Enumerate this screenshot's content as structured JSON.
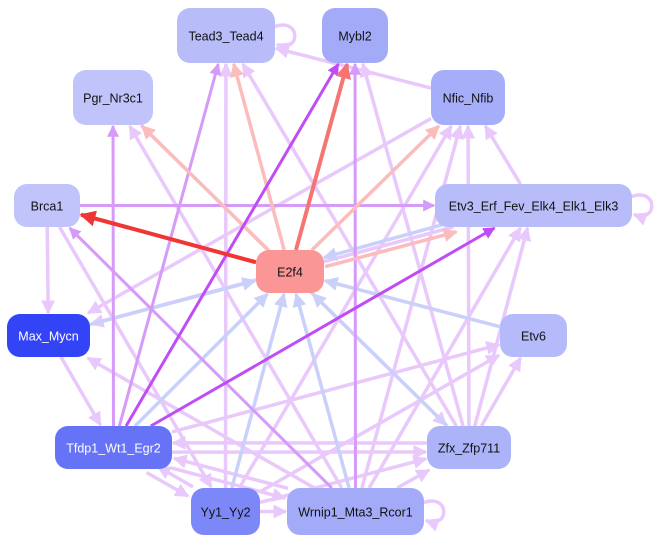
{
  "diagram": {
    "type": "directed-network",
    "nodes": [
      {
        "id": "tead",
        "label": "Tead3_Tead4",
        "fill": "#b8bdfa",
        "text": "#111111"
      },
      {
        "id": "mybl2",
        "label": "Mybl2",
        "fill": "#a3abf8",
        "text": "#111111"
      },
      {
        "id": "pgr",
        "label": "Pgr_Nr3c1",
        "fill": "#c0c4fb",
        "text": "#111111"
      },
      {
        "id": "nfic",
        "label": "Nfic_Nfib",
        "fill": "#a6adf9",
        "text": "#111111"
      },
      {
        "id": "brca1",
        "label": "Brca1",
        "fill": "#c0c4fb",
        "text": "#111111"
      },
      {
        "id": "etv3",
        "label": "Etv3_Erf_Fev_Elk4_Elk1_Elk3",
        "fill": "#b8bdfa",
        "text": "#111111"
      },
      {
        "id": "e2f4",
        "label": "E2f4",
        "fill": "#fa9696",
        "text": "#111111"
      },
      {
        "id": "max",
        "label": "Max_Mycn",
        "fill": "#3344f6",
        "text": "#ffffff"
      },
      {
        "id": "etv6",
        "label": "Etv6",
        "fill": "#b5bafa",
        "text": "#111111"
      },
      {
        "id": "tfdp1",
        "label": "Tfdp1_Wt1_Egr2",
        "fill": "#6673f7",
        "text": "#ffffff"
      },
      {
        "id": "zfx",
        "label": "Zfx_Zfp711",
        "fill": "#adb3f9",
        "text": "#111111"
      },
      {
        "id": "yy1",
        "label": "Yy1_Yy2",
        "fill": "#7d88f8",
        "text": "#111111"
      },
      {
        "id": "wrnip1",
        "label": "Wrnip1_Mta3_Rcor1",
        "fill": "#a3abf8",
        "text": "#111111"
      }
    ],
    "edge_colors": {
      "strong_red": "#f03535",
      "red": "#f57575",
      "light_red": "#fbbcbc",
      "strong_purple": "#c04cf6",
      "purple": "#d69af8",
      "light_purple": "#e9c8fb",
      "light_blue": "#c9d0fa"
    },
    "edges": [
      {
        "from": "e2f4",
        "to": "brca1",
        "color": "strong_red"
      },
      {
        "from": "e2f4",
        "to": "mybl2",
        "color": "red"
      },
      {
        "from": "e2f4",
        "to": "tead",
        "color": "light_red"
      },
      {
        "from": "e2f4",
        "to": "pgr",
        "color": "light_red"
      },
      {
        "from": "e2f4",
        "to": "nfic",
        "color": "light_red"
      },
      {
        "from": "e2f4",
        "to": "etv3",
        "color": "light_red"
      },
      {
        "from": "tfdp1",
        "to": "mybl2",
        "color": "strong_purple"
      },
      {
        "from": "tfdp1",
        "to": "etv3",
        "color": "strong_purple"
      },
      {
        "from": "max",
        "to": "e2f4",
        "color": "light_blue"
      },
      {
        "from": "tfdp1",
        "to": "e2f4",
        "color": "light_blue"
      },
      {
        "from": "yy1",
        "to": "e2f4",
        "color": "light_blue"
      },
      {
        "from": "wrnip1",
        "to": "e2f4",
        "color": "light_blue"
      },
      {
        "from": "zfx",
        "to": "e2f4",
        "color": "light_blue"
      },
      {
        "from": "etv6",
        "to": "e2f4",
        "color": "light_blue"
      },
      {
        "from": "etv3",
        "to": "e2f4",
        "color": "light_blue"
      },
      {
        "from": "tfdp1",
        "to": "tead",
        "color": "purple"
      },
      {
        "from": "tfdp1",
        "to": "pgr",
        "color": "purple"
      },
      {
        "from": "wrnip1",
        "to": "brca1",
        "color": "purple"
      },
      {
        "from": "brca1",
        "to": "etv3",
        "color": "purple"
      },
      {
        "from": "wrnip1",
        "to": "mybl2",
        "color": "purple"
      },
      {
        "from": "yy1",
        "to": "tead",
        "color": "light_purple"
      },
      {
        "from": "wrnip1",
        "to": "pgr",
        "color": "light_purple"
      },
      {
        "from": "zfx",
        "to": "mybl2",
        "color": "light_purple"
      },
      {
        "from": "zfx",
        "to": "nfic",
        "color": "light_purple"
      },
      {
        "from": "wrnip1",
        "to": "nfic",
        "color": "light_purple"
      },
      {
        "from": "yy1",
        "to": "nfic",
        "color": "light_purple"
      },
      {
        "from": "nfic",
        "to": "tead",
        "color": "light_purple"
      },
      {
        "from": "etv3",
        "to": "nfic",
        "color": "light_purple"
      },
      {
        "from": "nfic",
        "to": "max",
        "color": "light_purple"
      },
      {
        "from": "etv3",
        "to": "max",
        "color": "light_purple"
      },
      {
        "from": "brca1",
        "to": "max",
        "color": "light_purple"
      },
      {
        "from": "max",
        "to": "tfdp1",
        "color": "light_purple"
      },
      {
        "from": "brca1",
        "to": "yy1",
        "color": "light_purple"
      },
      {
        "from": "zfx",
        "to": "etv3",
        "color": "light_purple"
      },
      {
        "from": "wrnip1",
        "to": "etv3",
        "color": "light_purple"
      },
      {
        "from": "zfx",
        "to": "etv6",
        "color": "light_purple"
      },
      {
        "from": "tfdp1",
        "to": "etv6",
        "color": "light_purple"
      },
      {
        "from": "yy1",
        "to": "etv6",
        "color": "light_purple"
      },
      {
        "from": "tfdp1",
        "to": "zfx",
        "color": "light_purple"
      },
      {
        "from": "zfx",
        "to": "tfdp1",
        "color": "light_purple"
      },
      {
        "from": "wrnip1",
        "to": "tfdp1",
        "color": "light_purple"
      },
      {
        "from": "yy1",
        "to": "tfdp1",
        "color": "light_purple"
      },
      {
        "from": "tfdp1",
        "to": "yy1",
        "color": "light_purple"
      },
      {
        "from": "wrnip1",
        "to": "max",
        "color": "light_purple"
      },
      {
        "from": "yy1",
        "to": "zfx",
        "color": "light_purple"
      },
      {
        "from": "wrnip1",
        "to": "zfx",
        "color": "light_purple"
      },
      {
        "from": "tfdp1",
        "to": "wrnip1",
        "color": "light_purple"
      },
      {
        "from": "pgr",
        "to": "zfx",
        "color": "light_purple"
      },
      {
        "from": "zfx",
        "to": "tead",
        "color": "light_purple"
      },
      {
        "from": "yy1",
        "to": "wrnip1",
        "color": "light_purple"
      },
      {
        "from": "tead",
        "to": "tead",
        "color": "light_purple",
        "self": true
      },
      {
        "from": "etv3",
        "to": "etv3",
        "color": "light_purple",
        "self": true
      },
      {
        "from": "wrnip1",
        "to": "wrnip1",
        "color": "light_purple",
        "self": true
      }
    ]
  }
}
